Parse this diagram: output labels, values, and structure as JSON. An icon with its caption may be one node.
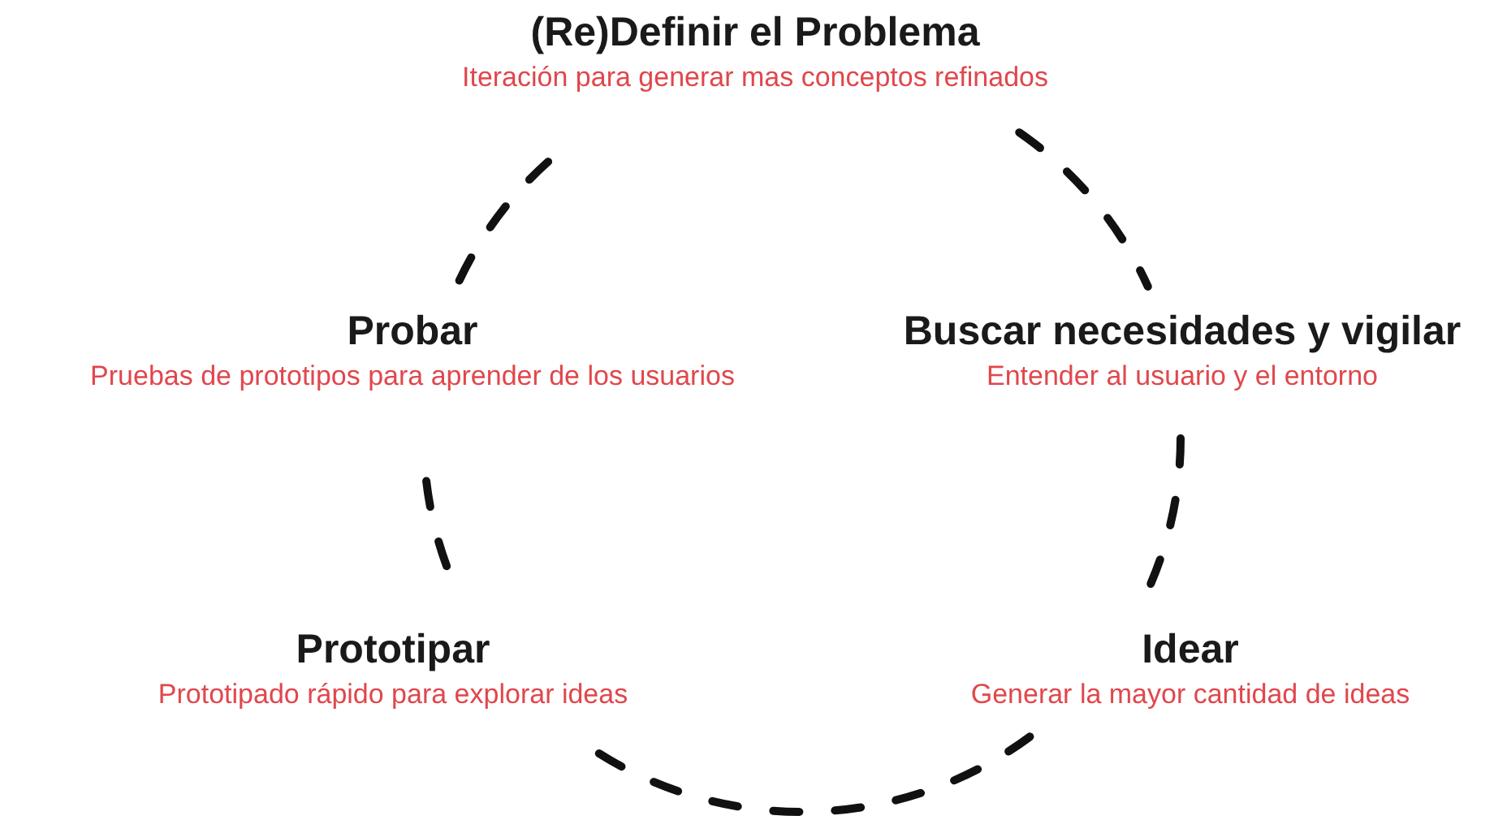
{
  "diagram": {
    "nodes": [
      {
        "text": [
          "(Re)Definir el Problema",
          "Iteración para generar mas conceptos refinados"
        ]
      },
      {
        "text": [
          "Buscar necesidades y vigilar",
          "Entender al usuario y el entorno"
        ]
      },
      {
        "text": [
          "Idear",
          "Generar la mayor cantidad de ideas"
        ]
      },
      {
        "text": [
          "Prototipar",
          "Prototipado rápido para explorar ideas"
        ]
      },
      {
        "text": [
          "Probar",
          "Pruebas de prototipos para aprender de los usuarios"
        ]
      }
    ],
    "edges": [
      {
        "from": 0,
        "to": 1,
        "arrow": "none",
        "style": "dashed"
      },
      {
        "from": 1,
        "to": 2,
        "arrow": "none",
        "style": "dashed"
      },
      {
        "from": 2,
        "to": 3,
        "arrow": "none",
        "style": "dashed"
      },
      {
        "from": 3,
        "to": 4,
        "arrow": "none",
        "style": "dashed"
      },
      {
        "from": 4,
        "to": 0,
        "arrow": "none",
        "style": "dashed"
      }
    ]
  }
}
